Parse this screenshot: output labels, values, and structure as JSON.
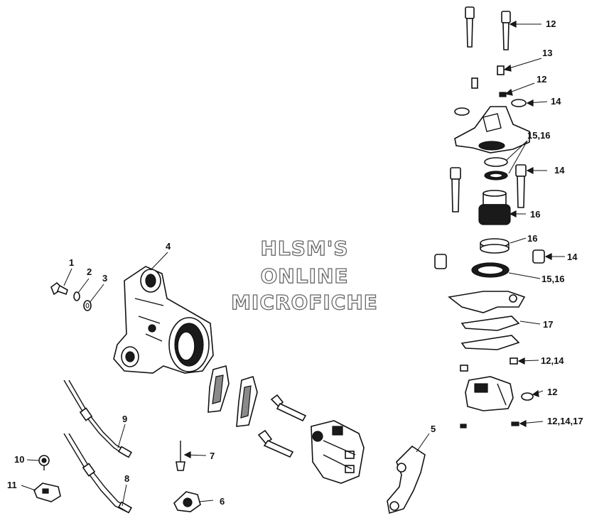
{
  "watermark": {
    "line1": "HLSM'S",
    "line2": "ONLINE",
    "line3": "MICROFICHE"
  },
  "callouts": [
    {
      "id": "c1",
      "label": "1"
    },
    {
      "id": "c2",
      "label": "2"
    },
    {
      "id": "c3",
      "label": "3"
    },
    {
      "id": "c4",
      "label": "4"
    },
    {
      "id": "c5",
      "label": "5"
    },
    {
      "id": "c6",
      "label": "6"
    },
    {
      "id": "c7",
      "label": "7"
    },
    {
      "id": "c8",
      "label": "8"
    },
    {
      "id": "c9",
      "label": "9"
    },
    {
      "id": "c10",
      "label": "10"
    },
    {
      "id": "c11",
      "label": "11"
    },
    {
      "id": "c12a",
      "label": "12"
    },
    {
      "id": "c13",
      "label": "13"
    },
    {
      "id": "c12b",
      "label": "12"
    },
    {
      "id": "c14a",
      "label": "14"
    },
    {
      "id": "c1516a",
      "label": "15,16"
    },
    {
      "id": "c14b",
      "label": "14"
    },
    {
      "id": "c16a",
      "label": "16"
    },
    {
      "id": "c16b",
      "label": "16"
    },
    {
      "id": "c14c",
      "label": "14"
    },
    {
      "id": "c1516b",
      "label": "15,16"
    },
    {
      "id": "c17",
      "label": "17"
    },
    {
      "id": "c1214",
      "label": "12,14"
    },
    {
      "id": "c12c",
      "label": "12"
    },
    {
      "id": "c121417",
      "label": "12,14,17"
    }
  ],
  "colors": {
    "ink": "#111111",
    "watermark_outline": "#666666",
    "background": "#ffffff"
  }
}
